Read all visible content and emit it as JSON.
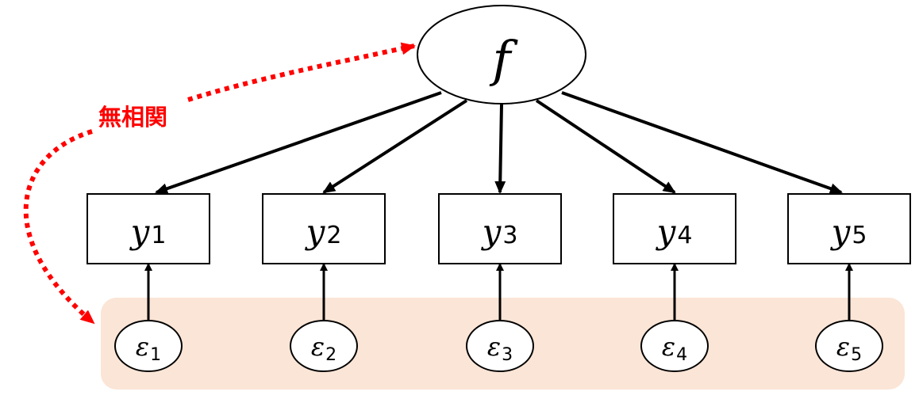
{
  "diagram": {
    "type": "factor-model",
    "factor": {
      "label": "f"
    },
    "observed": [
      {
        "var": "y",
        "sub": "1"
      },
      {
        "var": "y",
        "sub": "2"
      },
      {
        "var": "y",
        "sub": "3"
      },
      {
        "var": "y",
        "sub": "4"
      },
      {
        "var": "y",
        "sub": "5"
      }
    ],
    "errors": [
      {
        "var": "ε",
        "sub": "1"
      },
      {
        "var": "ε",
        "sub": "2"
      },
      {
        "var": "ε",
        "sub": "3"
      },
      {
        "var": "ε",
        "sub": "4"
      },
      {
        "var": "ε",
        "sub": "5"
      }
    ],
    "annotation": {
      "label": "無相関"
    },
    "colors": {
      "stroke": "#000000",
      "annotation": "#ff0000",
      "error_group_bg": "#fbe5d6"
    }
  }
}
